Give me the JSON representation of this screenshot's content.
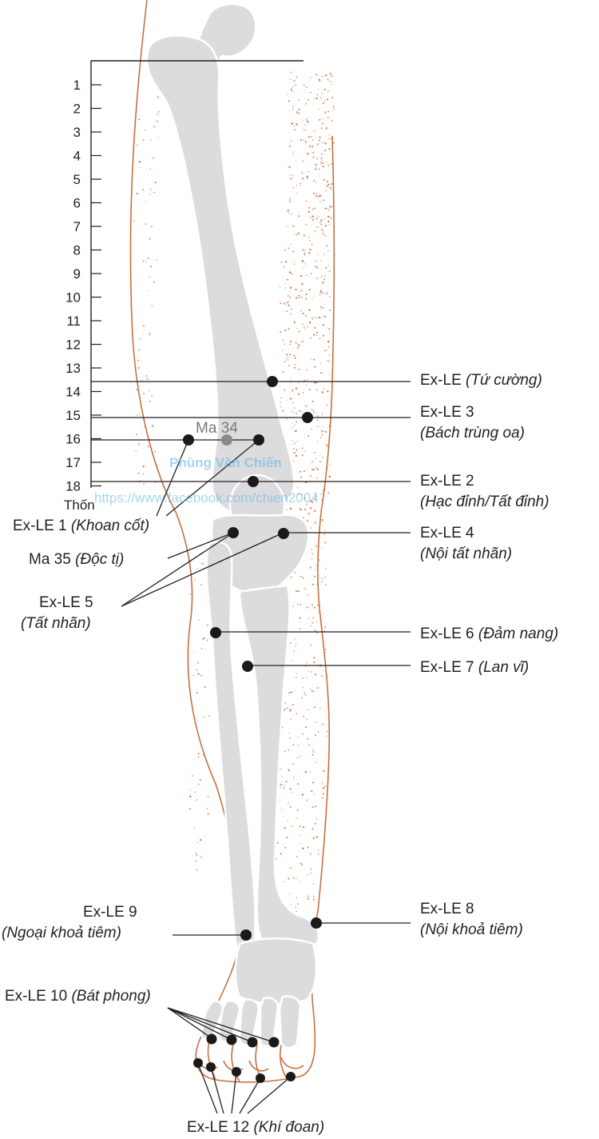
{
  "scale": {
    "marks": [
      "1",
      "2",
      "3",
      "4",
      "5",
      "6",
      "7",
      "8",
      "9",
      "10",
      "11",
      "12",
      "13",
      "14",
      "15",
      "16",
      "17",
      "18"
    ],
    "unit": "Thốn"
  },
  "colors": {
    "bone": "#dcdcde",
    "bone_stroke": "#ffffff",
    "skin_outline": "#c8703e",
    "stipple": "#c8703e",
    "point": "#1a1a1a",
    "grey_point": "#8a8a8a",
    "leader": "#231f20",
    "watermark": "#5db4e6"
  },
  "reference_point": {
    "name": "Ma 34"
  },
  "points": [
    {
      "code": "Ex-LE",
      "name": "(Tứ cường)"
    },
    {
      "code": "Ex-LE 3",
      "name": "(Bách trùng oa)"
    },
    {
      "code": "Ex-LE 1",
      "name": "(Khoan cốt)"
    },
    {
      "code": "Ex-LE 2",
      "name": "(Hạc đỉnh/Tất đỉnh)"
    },
    {
      "code": "Ma 35",
      "name": "(Độc tị)"
    },
    {
      "code": "Ex-LE 4",
      "name": "(Nội tất nhãn)"
    },
    {
      "code": "Ex-LE 5",
      "name": "(Tất nhãn)"
    },
    {
      "code": "Ex-LE 6",
      "name": "(Đảm nang)"
    },
    {
      "code": "Ex-LE 7",
      "name": "(Lan vĩ)"
    },
    {
      "code": "Ex-LE 9",
      "name": "(Ngoại khoả tiêm)"
    },
    {
      "code": "Ex-LE 8",
      "name": "(Nội khoả tiêm)"
    },
    {
      "code": "Ex-LE 10",
      "name": "(Bát phong)"
    },
    {
      "code": "Ex-LE 12",
      "name": "(Khí đoan)"
    }
  ],
  "watermark": {
    "line1": "Phùng Văn Chiến",
    "line2": "https://www.facebook.com/chien2004"
  }
}
